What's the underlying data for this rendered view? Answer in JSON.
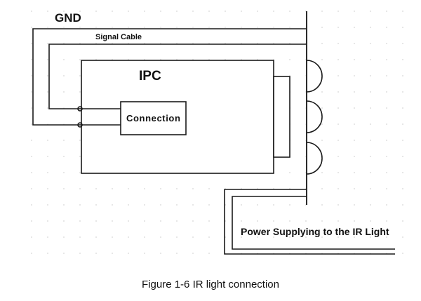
{
  "diagram": {
    "labels": {
      "gnd": "GND",
      "signal_cable": "Signal Cable",
      "ipc": "IPC",
      "connection": "Connection",
      "power": "Power Supplying to the IR Light"
    },
    "caption": "Figure 1-6 IR light connection",
    "led_count": 3,
    "colors": {
      "line": "#1a1a1a",
      "background": "#ffffff",
      "grid_dot": "#d6d6d6"
    }
  }
}
